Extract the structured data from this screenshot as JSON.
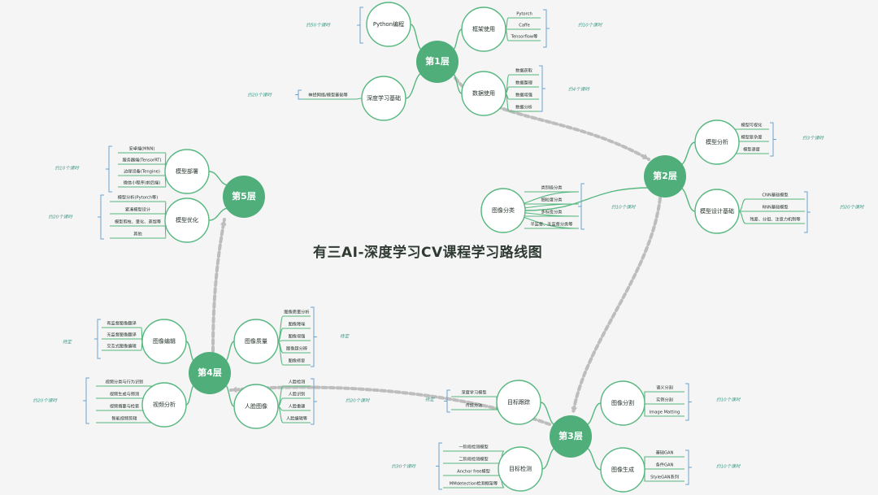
{
  "title": "有三AI-深度学习CV课程学习路线图",
  "colors": {
    "main": "#4fae7a",
    "line": "#56b77f",
    "text": "#26342b",
    "note": "#3f9a88",
    "bracket": "#6aa2cf",
    "arrow": "#bdbdbd"
  },
  "layers": [
    {
      "label": "第1层",
      "branches": [
        {
          "label": "Python编程",
          "note": "约50个课时",
          "items": []
        },
        {
          "label": "深度学习基础",
          "note": "约20个课时",
          "items": [
            "神经网络/模型基础等"
          ]
        },
        {
          "label": "框架使用",
          "note": "约10个课时",
          "items": [
            "Pytorch",
            "Caffe",
            "Tensorflow等"
          ]
        },
        {
          "label": "数据使用",
          "note": "约4个课时",
          "items": [
            "数据获取",
            "数据整理",
            "数据增强",
            "数据分析"
          ]
        }
      ]
    },
    {
      "label": "第2层",
      "branches": [
        {
          "label": "图像分类",
          "note": "约10个课时",
          "items": [
            "类别级分类",
            "细粒度分类",
            "多标签分类",
            "半监督、无监督分类等"
          ]
        },
        {
          "label": "模型分析",
          "note": "约3个课时",
          "items": [
            "模型可视化",
            "模型复杂度",
            "模型速度"
          ]
        },
        {
          "label": "模型设计基础",
          "note": "约20个课时",
          "items": [
            "CNN基础模型",
            "RNN基础模型",
            "残差、分组、注意力机制等"
          ]
        }
      ]
    },
    {
      "label": "第3层",
      "branches": [
        {
          "label": "目标跟踪",
          "note": "待定",
          "items": [
            "深度学习模型",
            "传统方法"
          ]
        },
        {
          "label": "目标检测",
          "note": "约30个课时",
          "items": [
            "一阶段检测模型",
            "二阶段检测模型",
            "Anchor free模型",
            "MMdetection检测框架等"
          ]
        },
        {
          "label": "图像分割",
          "note": "约10个课时",
          "items": [
            "语义分割",
            "实例分割",
            "Image Matting"
          ]
        },
        {
          "label": "图像生成",
          "note": "约10个课时",
          "items": [
            "基础GAN",
            "条件GAN",
            "StyleGAN系列"
          ]
        }
      ]
    },
    {
      "label": "第4层",
      "branches": [
        {
          "label": "图像编辑",
          "note": "待定",
          "items": [
            "有监督图像翻译",
            "无监督图像翻译",
            "交互式图像编辑"
          ]
        },
        {
          "label": "视频分析",
          "note": "约20个课时",
          "items": [
            "视频分类与行为识别",
            "视频生成与预测",
            "视频摘要与检索",
            "智能视频剪辑"
          ]
        },
        {
          "label": "图像质量",
          "note": "待定",
          "items": [
            "图像质量分析",
            "图像降噪",
            "图像增强",
            "图像超分辨",
            "图像修复"
          ]
        },
        {
          "label": "人脸图像",
          "note": "约20个课时",
          "items": [
            "人脸检测",
            "人脸识别",
            "人脸重建",
            "人脸编辑等"
          ]
        }
      ]
    },
    {
      "label": "第5层",
      "branches": [
        {
          "label": "模型部署",
          "note": "约10个课时",
          "items": [
            "安卓端(MNN)",
            "服务器端(TensorRT)",
            "边缘设备(Tengine)",
            "微信小程序(前后端)"
          ]
        },
        {
          "label": "模型优化",
          "note": "约20个课时",
          "items": [
            "模型分析(Pytorch等)",
            "紧凑模型设计",
            "模型剪枝、量化、蒸馏等",
            "其他"
          ]
        }
      ]
    }
  ]
}
